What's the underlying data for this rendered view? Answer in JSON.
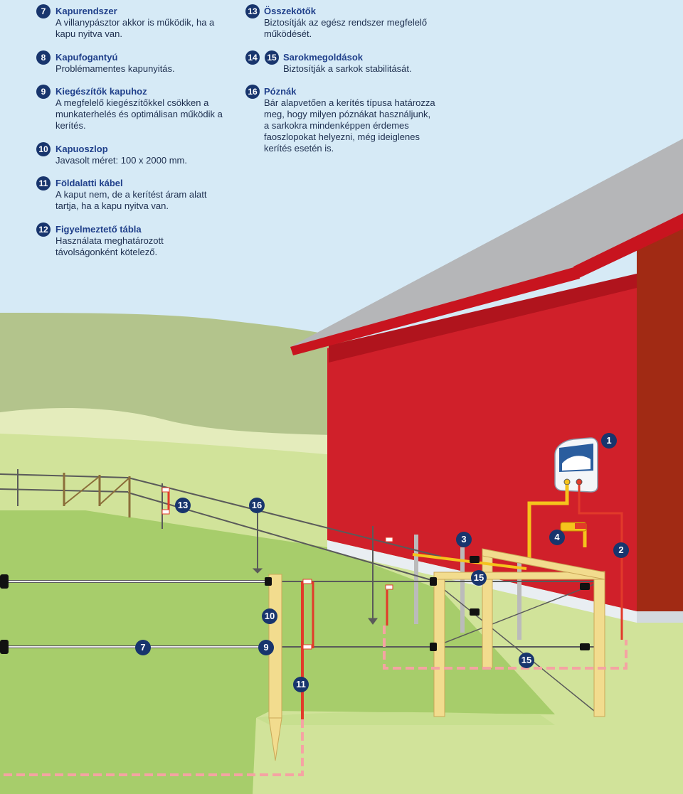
{
  "legend_left": [
    {
      "num": "7",
      "title": "Kapurendszer",
      "lines": [
        "A villanypásztor akkor is működik, ha a",
        "kapu nyitva van."
      ]
    },
    {
      "num": "8",
      "title": "Kapufogantyú",
      "lines": [
        "Problémamentes kapunyitás."
      ]
    },
    {
      "num": "9",
      "title": "Kiegészítők kapuhoz",
      "lines": [
        "A megfelelő kiegészítőkkel csökken a",
        "munkaterhelés és optimálisan működik a",
        "kerítés."
      ]
    },
    {
      "num": "10",
      "title": "Kapuoszlop",
      "lines": [
        "Javasolt méret: 100 x 2000 mm."
      ]
    },
    {
      "num": "11",
      "title": "Földalatti kábel",
      "lines": [
        "A kaput nem, de a kerítést áram alatt",
        "tartja, ha a kapu nyitva van."
      ]
    },
    {
      "num": "12",
      "title": "Figyelmeztető tábla",
      "lines": [
        "Használata meghatározott",
        "távolságonként kötelező."
      ]
    }
  ],
  "legend_right": [
    {
      "num": "13",
      "title": "Összekötők",
      "lines": [
        "Biztosítják az egész rendszer megfelelő",
        "működését."
      ]
    },
    {
      "num": "14",
      "num2": "15",
      "title": "Sarokmegoldások",
      "lines": [
        "Biztosítják a sarkok stabilitását."
      ]
    },
    {
      "num": "16",
      "title": "Póznák",
      "lines": [
        "Bár alapvetően a kerítés típusa határozza",
        "meg, hogy milyen póznákat használjunk,",
        "a sarkokra mindenképpen érdemes",
        "faoszlopokat helyezni, még ideiglenes",
        "kerítés esetén is."
      ]
    }
  ],
  "callouts": [
    "1",
    "2",
    "3",
    "4",
    "7",
    "9",
    "10",
    "11",
    "13",
    "15",
    "15",
    "16"
  ],
  "colors": {
    "sky": "#d6eaf6",
    "badge": "#18356d",
    "title_text": "#1f3f8a",
    "barn_red": "#d0202a",
    "roof_gray": "#b5b6b8",
    "grass_light": "#cfe08f",
    "grass_mid": "#a8cd6a",
    "hill": "#b1c18a",
    "cable_red": "#e23a2a",
    "cable_yellow": "#f5c31c",
    "post_wood": "#f2dc8e"
  },
  "icons": [
    "energizer-icon",
    "gate-handle-icon",
    "insulator-icon",
    "ground-rod-icon"
  ]
}
